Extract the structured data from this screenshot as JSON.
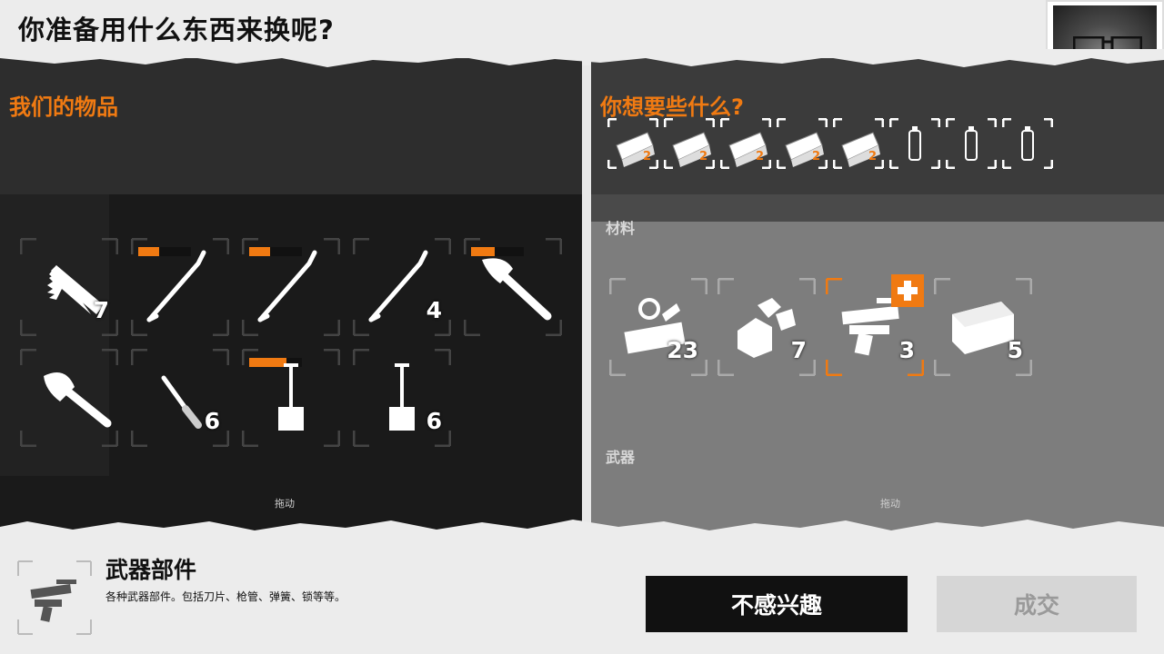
{
  "dialog": {
    "title": "你准备用什么东西来换呢?"
  },
  "left_panel": {
    "heading": "我们的物品",
    "drag_hint": "拖动",
    "items": [
      {
        "icon": "saw-icon",
        "qty": "7",
        "durability": null
      },
      {
        "icon": "crowbar-icon",
        "qty": "",
        "durability": 0.4
      },
      {
        "icon": "crowbar-icon",
        "qty": "",
        "durability": 0.4
      },
      {
        "icon": "crowbar-icon",
        "qty": "4",
        "durability": null
      },
      {
        "icon": "hatchet-icon",
        "qty": "",
        "durability": 0.45
      },
      {
        "icon": "axe-icon",
        "qty": "",
        "durability": null
      },
      {
        "icon": "knife-icon",
        "qty": "6",
        "durability": null
      },
      {
        "icon": "shovel-icon",
        "qty": "",
        "durability": 0.7
      },
      {
        "icon": "shovel-icon",
        "qty": "6",
        "durability": null
      }
    ]
  },
  "right_panel": {
    "heading": "你想要些什么?",
    "drag_hint": "拖动",
    "wanted": [
      {
        "icon": "wood-icon",
        "qty": "2"
      },
      {
        "icon": "wood-icon",
        "qty": "2"
      },
      {
        "icon": "wood-icon",
        "qty": "2"
      },
      {
        "icon": "wood-icon",
        "qty": "2"
      },
      {
        "icon": "wood-icon",
        "qty": "2"
      },
      {
        "icon": "water-bottle-icon",
        "qty": ""
      },
      {
        "icon": "water-bottle-icon",
        "qty": ""
      },
      {
        "icon": "water-bottle-icon",
        "qty": ""
      }
    ],
    "category_materials": "材料",
    "category_weapons": "武器",
    "materials": [
      {
        "icon": "components-icon",
        "qty": "23"
      },
      {
        "icon": "parts-icon",
        "qty": "7"
      },
      {
        "icon": "weapon-parts-icon",
        "qty": "3",
        "selected": true
      },
      {
        "icon": "wood-icon",
        "qty": "5"
      }
    ]
  },
  "info": {
    "name": "武器部件",
    "description": "各种武器部件。包括刀片、枪管、弹簧、锁等等。"
  },
  "buttons": {
    "not_interested": "不感兴趣",
    "deal": "成交"
  },
  "colors": {
    "accent": "#f07a12",
    "left_bg": "#2d2d2d",
    "right_bg": "#7d7d7d"
  }
}
